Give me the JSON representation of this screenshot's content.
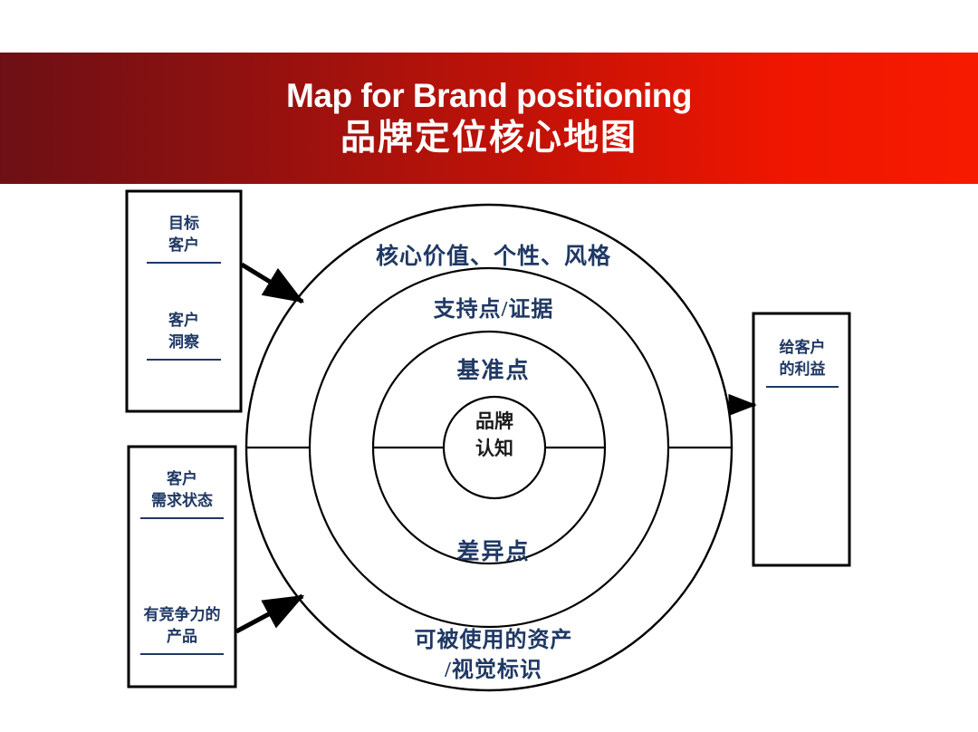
{
  "header": {
    "title_en": "Map for Brand positioning",
    "title_cn": "品牌定位核心地图",
    "gradient_start": "#6d1015",
    "gradient_end": "#f61a00",
    "text_color": "#ffffff"
  },
  "theme": {
    "label_color": "#1f3864",
    "center_label_color": "#1a1a1a",
    "line_color": "#000000",
    "background": "#ffffff"
  },
  "diagram": {
    "type": "concentric-rings",
    "center_label": "品牌\n认知",
    "rings": [
      {
        "id": "ring-outer",
        "top_label": "核心价值、个性、风格",
        "bottom_label": "可被使用的资产\n/视觉标识",
        "radius": 268
      },
      {
        "id": "ring-second",
        "top_label": "支持点/证据",
        "bottom_label": "",
        "radius": 198
      },
      {
        "id": "ring-third",
        "top_label": "基准点",
        "bottom_label": "差异点",
        "radius": 128
      },
      {
        "id": "ring-core",
        "top_label": "",
        "bottom_label": "",
        "radius": 56
      }
    ]
  },
  "boxes": {
    "left_top": {
      "name": "input-box-top-left",
      "item_1": "目标\n客户",
      "item_2": "客户\n洞察"
    },
    "left_bottom": {
      "name": "input-box-bottom-left",
      "item_1": "客户\n需求状态",
      "item_2": "有竞争力的\n产品"
    },
    "right": {
      "name": "output-box-right",
      "item_1": "给客户\n的利益"
    }
  },
  "connectors": [
    {
      "id": "arrow-top-left-to-ring",
      "from": "input-box-top-left",
      "to": "ring-outer",
      "direction": "down-right"
    },
    {
      "id": "arrow-bottom-left-to-ring",
      "from": "input-box-bottom-left",
      "to": "ring-outer",
      "direction": "up-right"
    },
    {
      "id": "arrow-ring-to-right",
      "from": "ring-outer",
      "to": "output-box-right",
      "direction": "right"
    }
  ]
}
